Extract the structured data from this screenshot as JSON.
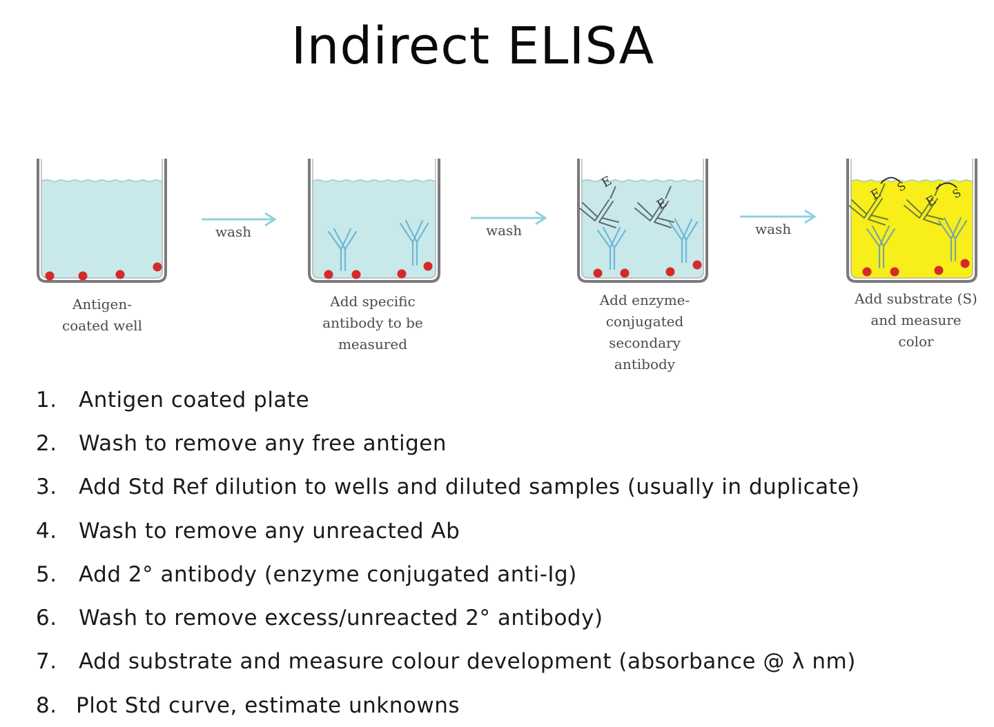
{
  "title": "Indirect ELISA",
  "diagram": {
    "wells": [
      {
        "label": "Antigen-\ncoated well",
        "fill": "#c9e8ea"
      },
      {
        "label": "Add specific\nantibody to be\nmeasured",
        "fill": "#c9e8ea"
      },
      {
        "label": "Add enzyme-\nconjugated\nsecondary\nantibody",
        "fill": "#c9e8ea"
      },
      {
        "label": "Add substrate (S)\nand measure\ncolor",
        "fill": "#f7ee1a"
      }
    ],
    "arrows": [
      {
        "label": "wash"
      },
      {
        "label": "wash"
      },
      {
        "label": "wash"
      }
    ],
    "enzyme_letter": "E",
    "substrate_letter": "S",
    "colors": {
      "antigen": "#d42a2a",
      "antibody": "#6bb8d6",
      "secondary": "#5a6a70",
      "arrow": "#8fd0e0",
      "well_wall": "#7a7a7a"
    }
  },
  "steps": [
    {
      "num": "1.",
      "text": "Antigen coated plate"
    },
    {
      "num": "2.",
      "text": "Wash to remove any free antigen"
    },
    {
      "num": "3.",
      "text": "Add Std Ref dilution to wells and diluted samples (usually in duplicate)"
    },
    {
      "num": "4.",
      "text": "Wash to remove any unreacted Ab"
    },
    {
      "num": "5.",
      "text": "Add 2° antibody (enzyme conjugated anti-Ig)"
    },
    {
      "num": "6.",
      "text": "Wash to remove excess/unreacted 2° antibody)"
    },
    {
      "num": "7.",
      "text": "Add substrate and measure colour development (absorbance @ λ nm)"
    },
    {
      "num": "8.",
      "text": "Plot Std curve, estimate unknowns"
    }
  ]
}
